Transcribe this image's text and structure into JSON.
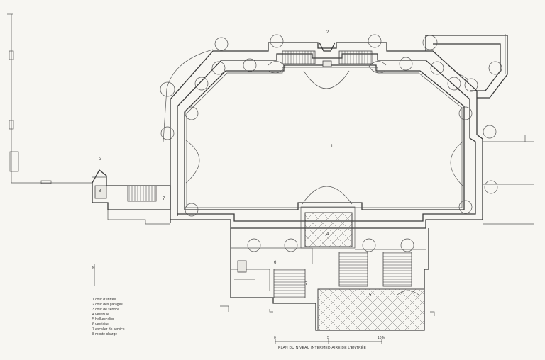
{
  "room_numbers": {
    "court_main": "1",
    "court_top": "2",
    "court_service": "3",
    "vestibule": "4",
    "lower_hall": "5",
    "left_room": "6",
    "stair_left": "7",
    "stair_center": "7",
    "lift": "8"
  },
  "north_label": "N",
  "legend": [
    "1 cour d'entrée",
    "2 cour des garages",
    "3 cour de service",
    "4 vestibule",
    "5 hall-escalier",
    "6 vestiaire",
    "7 escalier de service",
    "8 monte-charge"
  ],
  "scale": {
    "tick0": "0",
    "tick5": "5",
    "tick10": "10 M"
  },
  "caption": "PLAN DU NIVEAU INTERMEDIAIRE DE L'ENTRÉE"
}
